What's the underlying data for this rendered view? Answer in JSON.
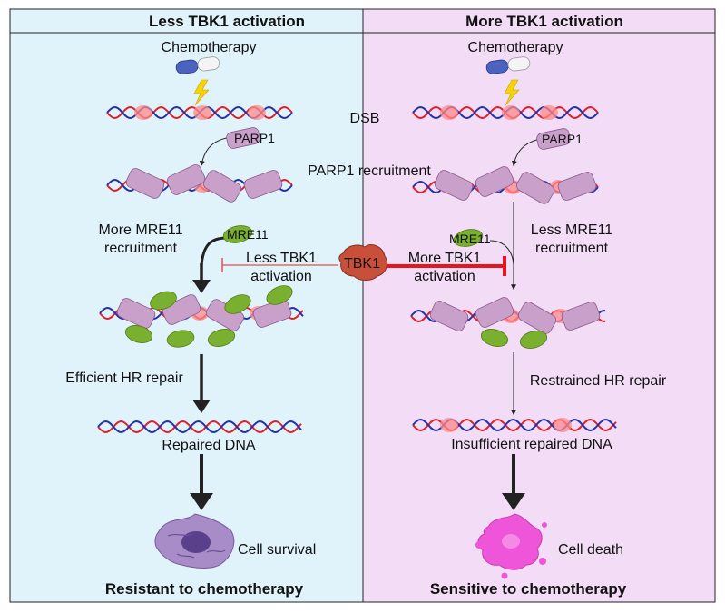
{
  "panels": {
    "left": {
      "header": "Less TBK1 activation",
      "chemo_label": "Chemotherapy",
      "parp1_label": "PARP1",
      "mre11_label": "MRE11",
      "recruit_label_line1": "More MRE11",
      "recruit_label_line2": "recruitment",
      "inhibit_label_line1": "Less TBK1",
      "inhibit_label_line2": "activation",
      "repair_label": "Efficient HR repair",
      "repaired_label": "Repaired DNA",
      "outcome_label": "Cell survival",
      "footer": "Resistant to chemotherapy"
    },
    "right": {
      "header": "More TBK1 activation",
      "chemo_label": "Chemotherapy",
      "parp1_label": "PARP1",
      "mre11_label": "MRE11",
      "recruit_label_line1": "Less MRE11",
      "recruit_label_line2": "recruitment",
      "inhibit_label_line1": "More TBK1",
      "inhibit_label_line2": "activation",
      "repair_label": "Restrained HR repair",
      "repaired_label": "Insufficient repaired DNA",
      "outcome_label": "Cell death",
      "footer": "Sensitive to chemotherapy"
    }
  },
  "center": {
    "dsb_label": "DSB",
    "parp1_recruitment_label": "PARP1 recruitment",
    "tbk1_label": "TBK1"
  },
  "colors": {
    "left_bg": "#e0f3fb",
    "right_bg": "#f3dcf5",
    "dna_red": "#e0202a",
    "dna_blue": "#2431a8",
    "parp1": "#c9a0c9",
    "mre11": "#7ab030",
    "tbk1": "#c8503a",
    "inhibit_strong": "#e8141e",
    "inhibit_weak": "#e05050",
    "survival_cell": "#a78cc8",
    "death_cell": "#ee55d8"
  }
}
